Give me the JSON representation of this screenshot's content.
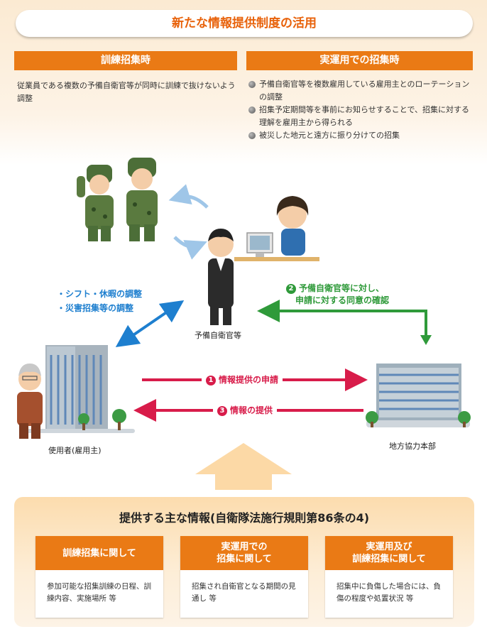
{
  "title": "新たな情報提供制度の活用",
  "training_section": {
    "heading": "訓練招集時",
    "text": "従業員である複数の予備自衛官等が同時に訓練で抜けないよう調整"
  },
  "operation_section": {
    "heading": "実運用での招集時",
    "items": [
      "予備自衛官等を複数雇用している雇用主とのローテーションの調整",
      "招集予定期間等を事前にお知らせすることで、招集に対する理解を雇用主から得られる",
      "被災した地元と遠方に振り分けての招集"
    ]
  },
  "diagram": {
    "reservist_label": "予備自衛官等",
    "employer_label": "使用者(雇用主)",
    "office_label": "地方協力本部",
    "adjust_items": [
      "シフト・休暇の調整",
      "災害招集等の調整"
    ],
    "consent_num": "2",
    "consent_lines": [
      "予備自衛官等に対し、",
      "申請に対する同意の確認"
    ],
    "request_num": "1",
    "request_label": "情報提供の申請",
    "provide_num": "3",
    "provide_label": "情報の提供"
  },
  "info_panel": {
    "title": "提供する主な情報(自衛隊法施行規則第86条の4)",
    "cards": [
      {
        "head": [
          "訓練招集に関して"
        ],
        "text": "参加可能な招集訓練の日程、訓練内容、実施場所 等"
      },
      {
        "head": [
          "実運用での",
          "招集に関して"
        ],
        "text": "招集され自衛官となる期間の見通し 等"
      },
      {
        "head": [
          "実運用及び",
          "訓練招集に関して"
        ],
        "text": "招集中に負傷した場合には、負傷の程度や処置状況 等"
      }
    ]
  },
  "colors": {
    "accent_orange": "#ea7a15",
    "title_orange": "#e8620b",
    "flow_blue": "#1e7fcf",
    "flow_green": "#2f9a3a",
    "flow_red": "#d81c4a"
  }
}
